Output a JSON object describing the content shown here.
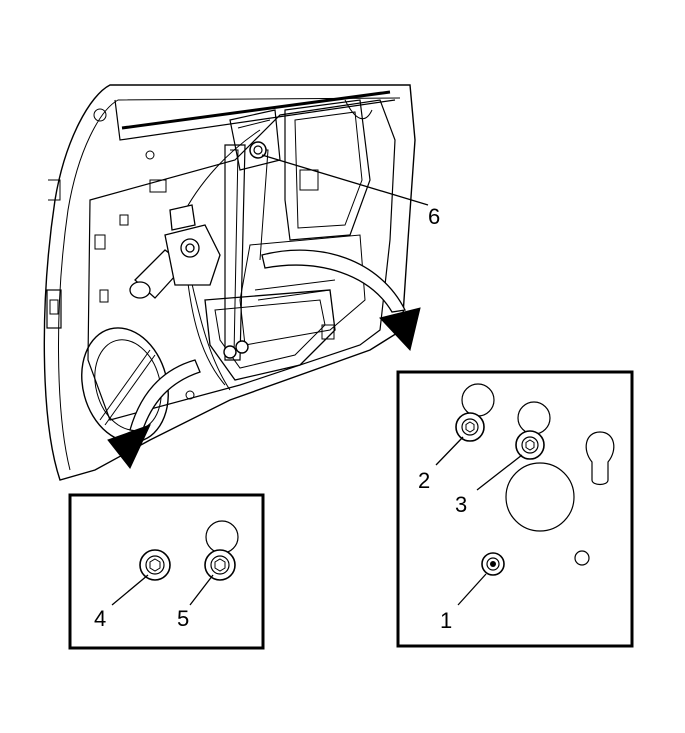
{
  "diagram": {
    "callouts": [
      {
        "id": "1",
        "label": "1"
      },
      {
        "id": "2",
        "label": "2"
      },
      {
        "id": "3",
        "label": "3"
      },
      {
        "id": "4",
        "label": "4"
      },
      {
        "id": "5",
        "label": "5"
      },
      {
        "id": "6",
        "label": "6"
      }
    ],
    "colors": {
      "line": "#000000",
      "background": "#ffffff",
      "detail": "#222222"
    }
  }
}
